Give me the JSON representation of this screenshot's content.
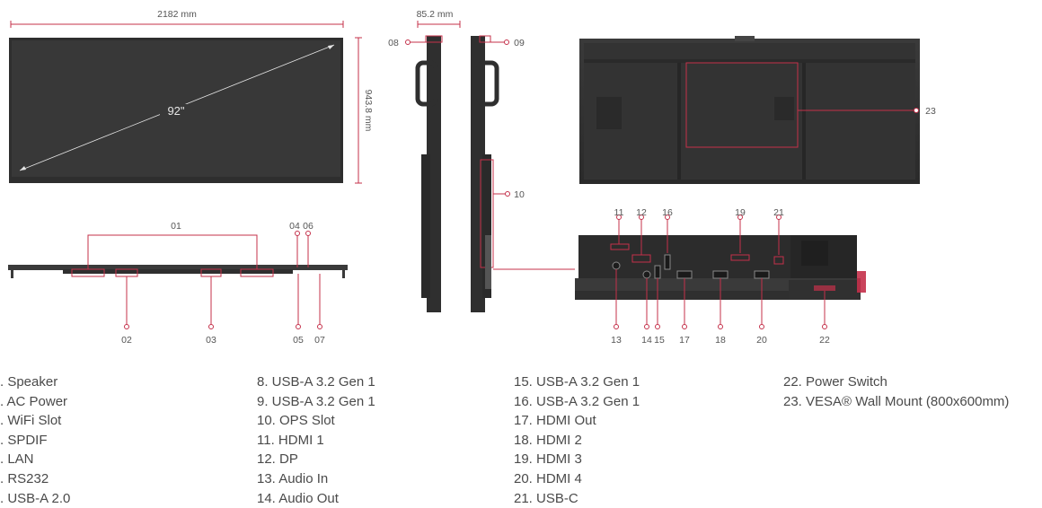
{
  "dimensions": {
    "width": "2182 mm",
    "height": "943.8 mm",
    "depth": "85.2 mm",
    "diagonal": "92\""
  },
  "callouts": {
    "c01": "01",
    "c02": "02",
    "c03": "03",
    "c04": "04",
    "c05": "05",
    "c06": "06",
    "c07": "07",
    "c08": "08",
    "c09": "09",
    "c10": "10",
    "c11": "11",
    "c12": "12",
    "c13": "13",
    "c14": "14",
    "c15": "15",
    "c16": "16",
    "c17": "17",
    "c18": "18",
    "c19": "19",
    "c20": "20",
    "c21": "21",
    "c22": "22",
    "c23": "23"
  },
  "legend": {
    "col1": [
      ". Speaker",
      ". AC Power",
      ". WiFi Slot",
      ". SPDIF",
      ". LAN",
      ". RS232",
      ". USB-A 2.0"
    ],
    "col2": [
      "8. USB-A 3.2 Gen 1",
      "9. USB-A 3.2 Gen 1",
      "10. OPS Slot",
      "11. HDMI 1",
      "12. DP",
      "13. Audio In",
      "14. Audio Out"
    ],
    "col3": [
      "15. USB-A 3.2 Gen 1",
      "16. USB-A 3.2 Gen 1",
      "17. HDMI Out",
      "18. HDMI 2",
      "19. HDMI 3",
      "20. HDMI 4",
      "21. USB-C"
    ],
    "col4": [
      "22. Power Switch",
      "23. VESA® Wall Mount (800x600mm)"
    ]
  },
  "colors": {
    "accent": "#c4304a",
    "panel": "#2b2b2b",
    "ink": "#4a4a4a"
  }
}
